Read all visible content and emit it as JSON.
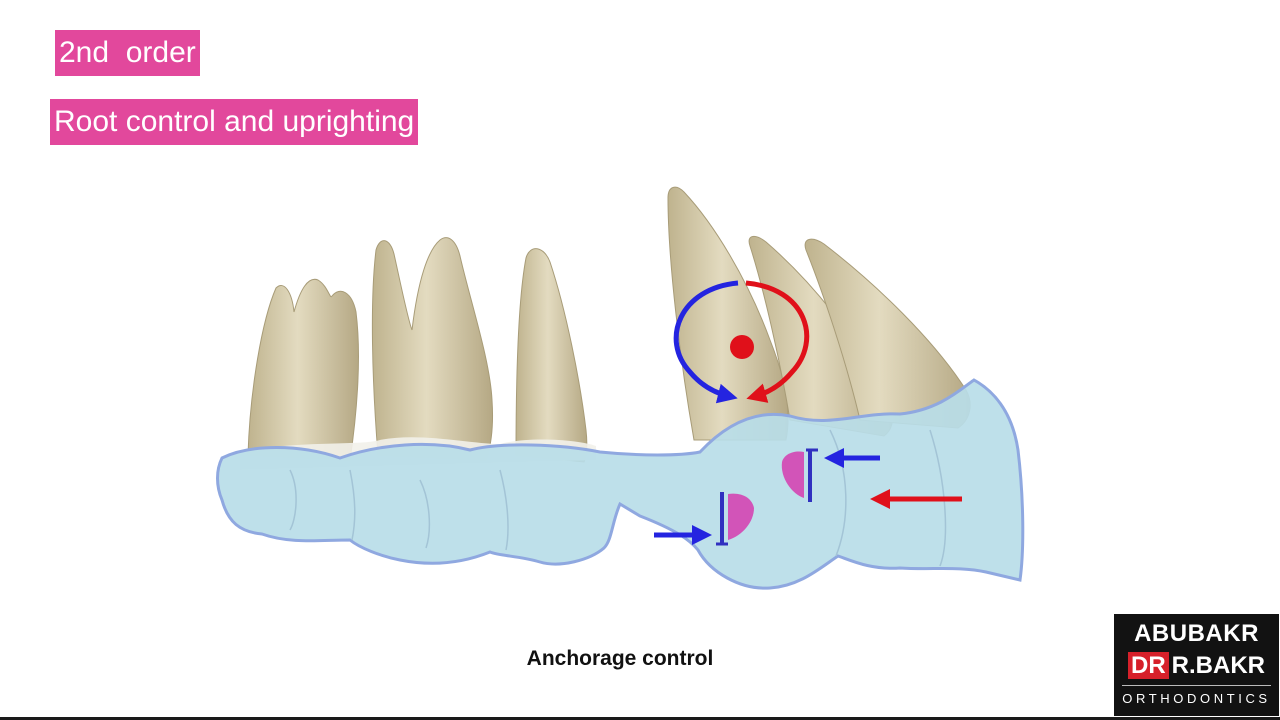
{
  "labels": {
    "order": "2nd  order",
    "topic": "Root control and uprighting"
  },
  "caption": "Anchorage control",
  "logo": {
    "line1": "ABUBAKR",
    "line2_prefix": "DR",
    "line2_rest": "R.BAKR",
    "line3": "ORTHODONTICS"
  },
  "colors": {
    "tag": "#e2489c",
    "root": "#d8ceae",
    "aligner": "#b9dde8",
    "aligner_outline": "#8fa8e0",
    "moment_blue": "#2424e0",
    "moment_red": "#e0101a",
    "attachment": "#d254b8"
  }
}
